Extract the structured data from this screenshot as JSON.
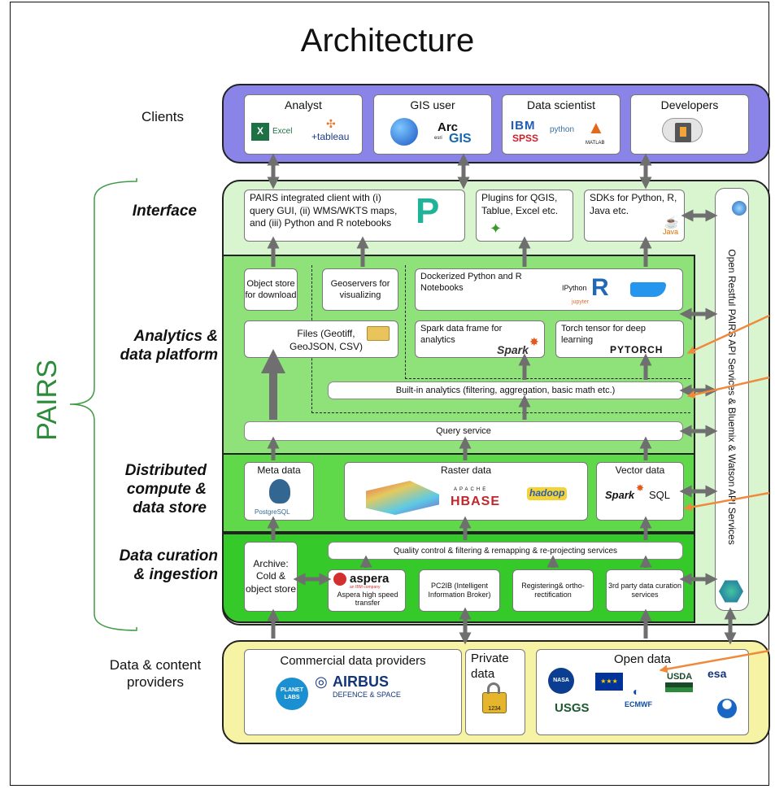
{
  "title": "Architecture",
  "pairs_label": "PAIRS",
  "layers": {
    "clients": "Clients",
    "interface": "Interface",
    "analytics": "Analytics &\ndata platform",
    "distributed": "Distributed\ncompute &\ndata store",
    "curation": "Data curation\n& ingestion",
    "providers": "Data & content\nproviders"
  },
  "clients": {
    "analyst": {
      "label": "Analyst",
      "logos": [
        "Excel",
        "+tableau"
      ]
    },
    "gis": {
      "label": "GIS user",
      "logos": [
        "Arc",
        "GIS",
        "esri"
      ]
    },
    "scientist": {
      "label": "Data scientist",
      "logos": [
        "IBM",
        "SPSS",
        "python",
        "MATLAB"
      ]
    },
    "developers": {
      "label": "Developers"
    }
  },
  "interface": {
    "pairs_client": "PAIRS integrated client with (i) query GUI, (ii) WMS/WKTS maps, and (iii) Python and R notebooks",
    "plugins": "Plugins for QGIS, Tablue, Excel etc.",
    "sdks": "SDKs for Python, R, Java etc.",
    "java": "Java"
  },
  "analytics": {
    "object_store": "Object store for download",
    "geoservers": "Geoservers for visualizing",
    "dockerized": "Dockerized Python and R Notebooks",
    "ipython": "IPython",
    "jupyter": "jupyter",
    "files": "Files (Geotiff, GeoJSON, CSV)",
    "spark_df": "Spark data frame for analytics",
    "spark": "Spark",
    "torch": "Torch tensor for deep learning",
    "pytorch": "PYTORCH",
    "builtin": "Built-in analytics (filtering, aggregation, basic math etc.)",
    "query": "Query service"
  },
  "distributed": {
    "meta": "Meta data",
    "postgres": "PostgreSQL",
    "raster": "Raster data",
    "hbase": "HBASE",
    "apache": "APACHE",
    "hadoop": "hadoop",
    "vector": "Vector data",
    "spark_sql_a": "Spark",
    "spark_sql_b": "SQL"
  },
  "curation": {
    "quality": "Quality control & filtering & remapping & re-projecting services",
    "archive": "Archive: Cold & object store",
    "aspera_logo": "aspera",
    "aspera_sub": "an IBM company",
    "aspera": "Aspera high speed transfer",
    "pc2ib": "PC2IB (Intelligent Information Broker)",
    "registering": "Registering& ortho-rectification",
    "third_party": "3rd party data curation services"
  },
  "api_sidebar": "Open Restful PAIRS API Services & Bluemix & Watson API Services",
  "providers": {
    "commercial": "Commercial data providers",
    "planet": "PLANET LABS",
    "airbus": "AIRBUS",
    "airbus_sub": "DEFENCE & SPACE",
    "private": "Private data",
    "lock": "1234",
    "open": "Open data",
    "nasa": "NASA",
    "usgs": "USGS",
    "ecmwf": "ECMWF",
    "usda": "USDA",
    "esa": "esa",
    "noaa": "NOAA"
  },
  "colors": {
    "clients_bg": "#8a84e8",
    "interface_bg": "#d8f5d0",
    "analytics_bg": "#8fe27a",
    "distributed_bg": "#5fd84a",
    "curation_bg": "#36c92a",
    "providers_bg": "#f7f3a4",
    "arrow": "#6f6f6f",
    "orange": "#ef8a3c",
    "pairs_green": "#2e8b3a"
  }
}
